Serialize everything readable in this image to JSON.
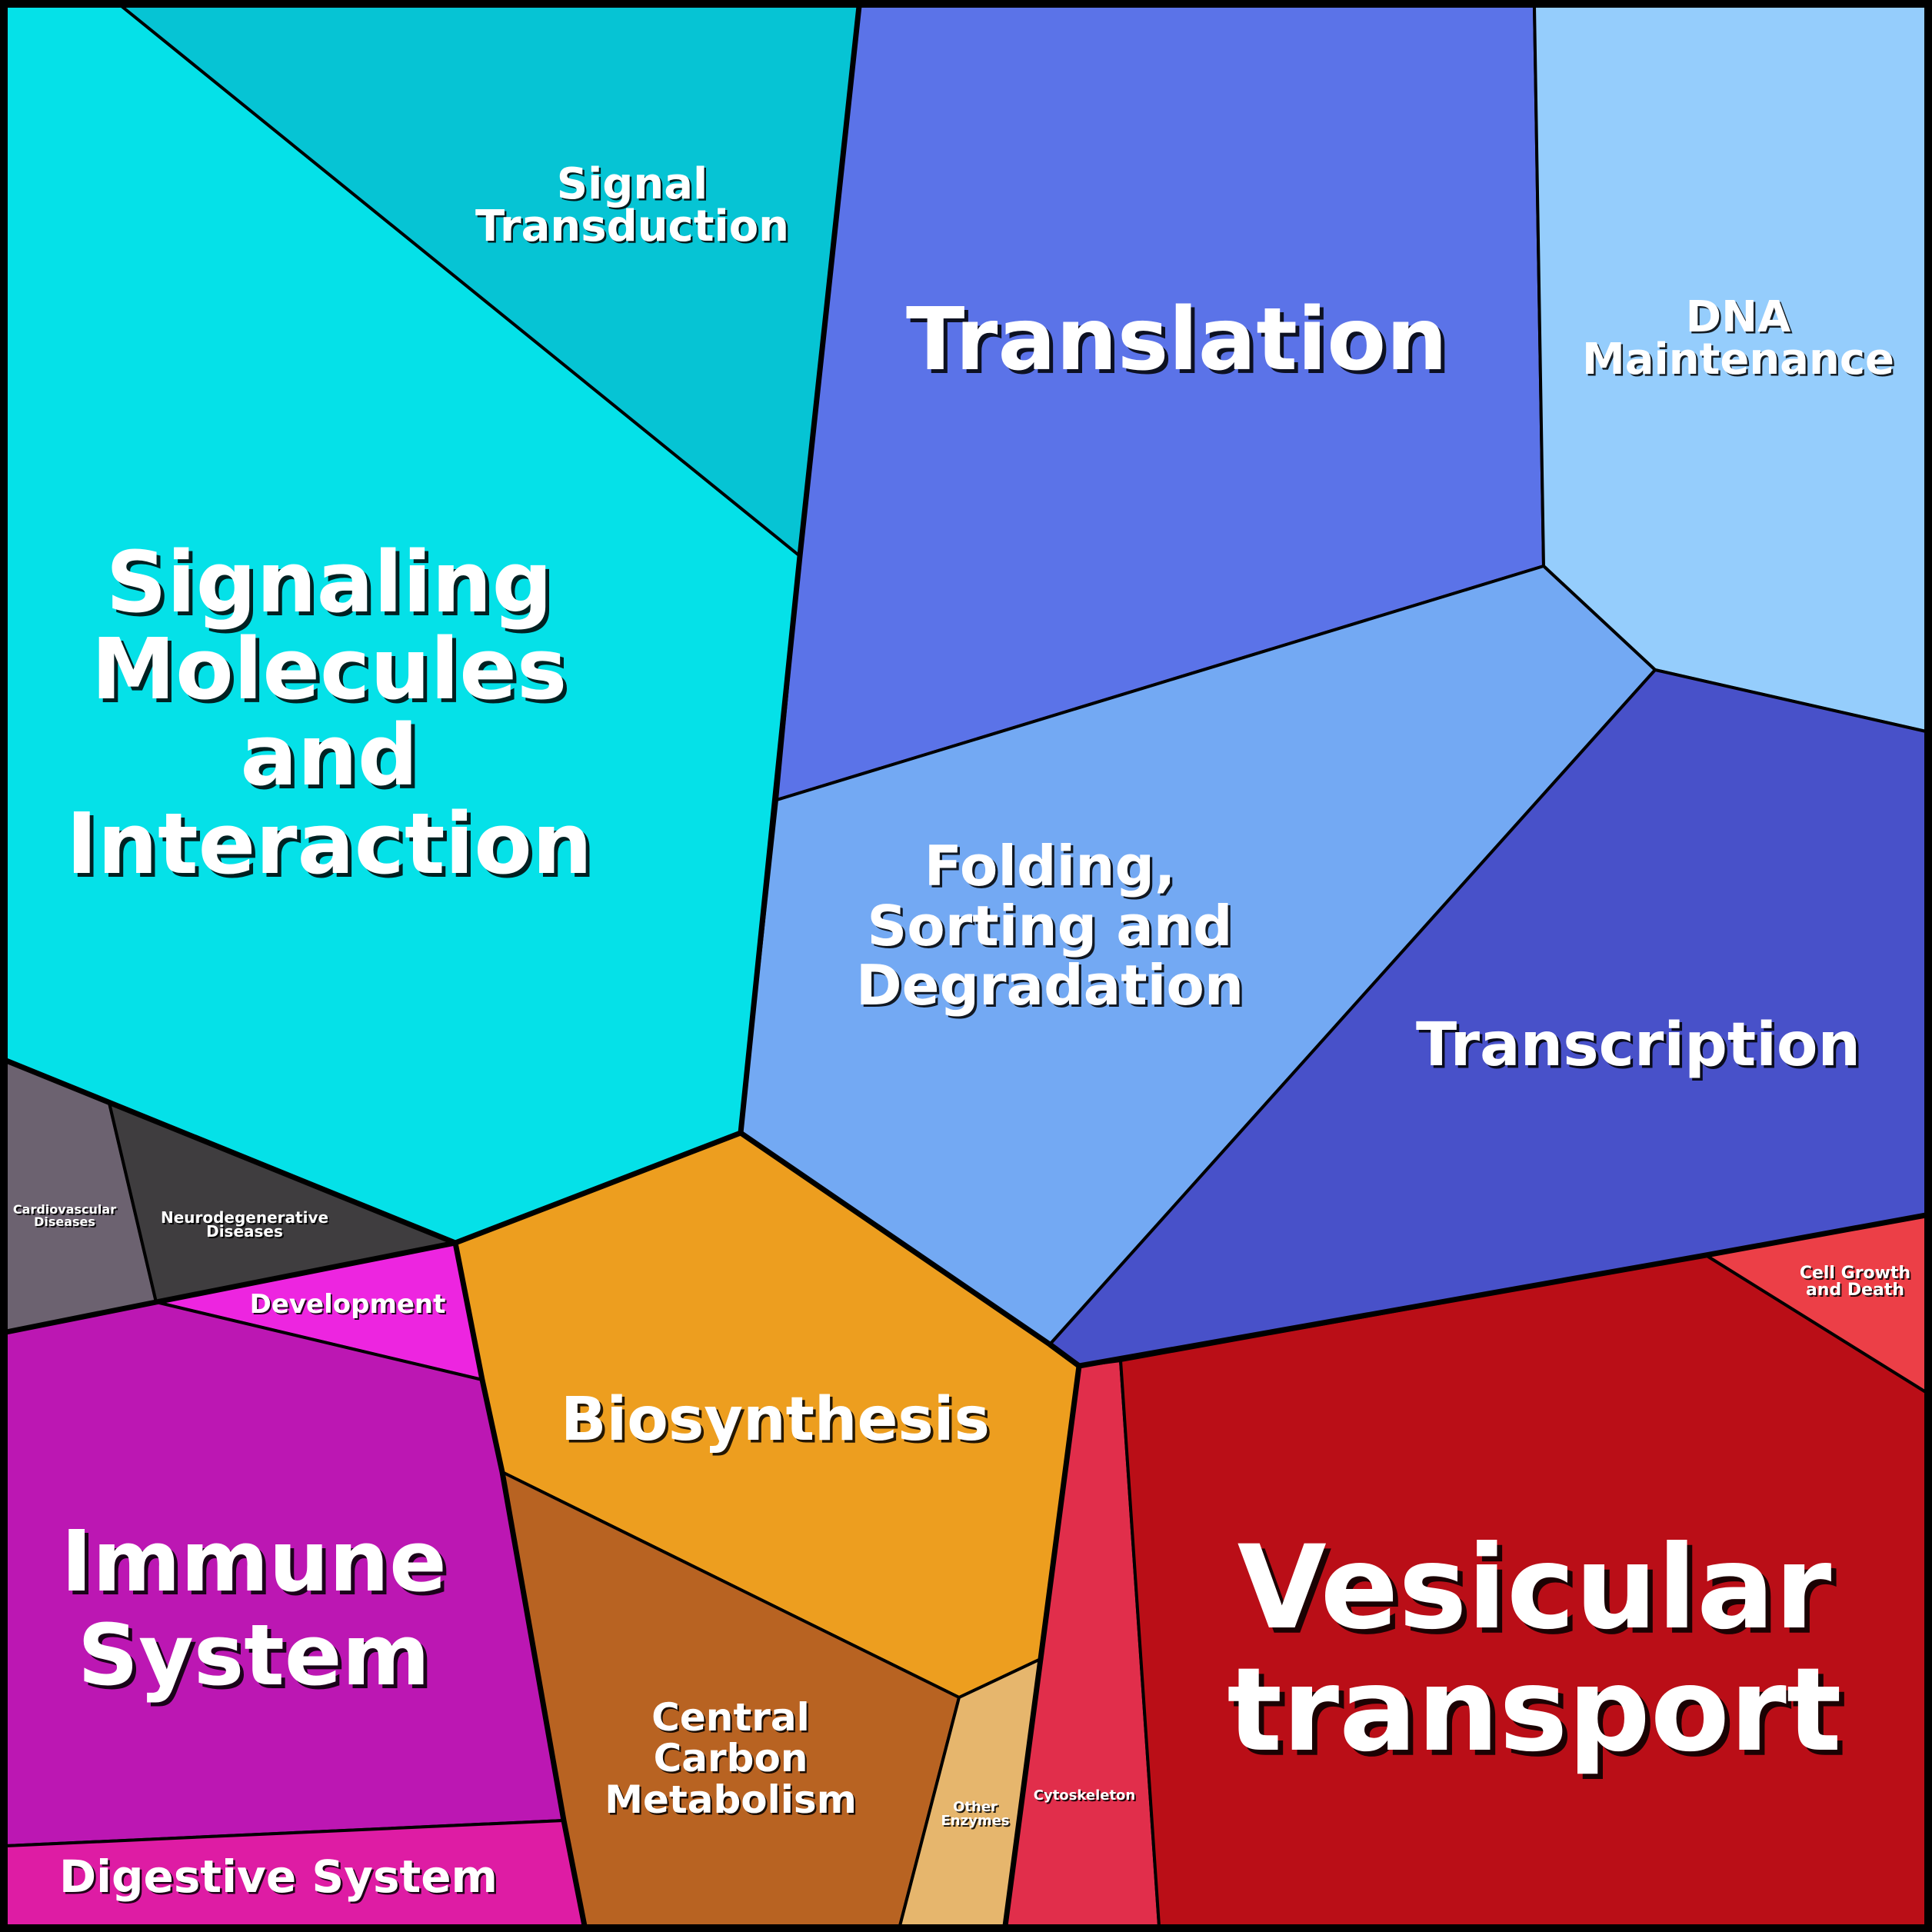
{
  "cells": [
    {
      "key": "signaling-molecules",
      "lines": [
        "Signaling",
        "Molecules",
        "and",
        "Interaction"
      ],
      "color": "#05e1e8"
    },
    {
      "key": "signal-transduction",
      "lines": [
        "Signal",
        "Transduction"
      ],
      "color": "#06c4d4"
    },
    {
      "key": "translation",
      "lines": [
        "Translation"
      ],
      "color": "#5b73e8"
    },
    {
      "key": "dna-maintenance",
      "lines": [
        "DNA",
        "Maintenance"
      ],
      "color": "#95cdfc"
    },
    {
      "key": "folding-sorting",
      "lines": [
        "Folding,",
        "Sorting and",
        "Degradation"
      ],
      "color": "#73a9f3"
    },
    {
      "key": "transcription",
      "lines": [
        "Transcription"
      ],
      "color": "#4851c9"
    },
    {
      "key": "cardiovascular",
      "lines": [
        "Cardiovascular",
        "Diseases"
      ],
      "color": "#6c6270"
    },
    {
      "key": "neurodegenerative",
      "lines": [
        "Neurodegenerative",
        "Diseases"
      ],
      "color": "#3f3d3f"
    },
    {
      "key": "development",
      "lines": [
        "Development"
      ],
      "color": "#ed25e0"
    },
    {
      "key": "biosynthesis",
      "lines": [
        "Biosynthesis"
      ],
      "color": "#ed9e1f"
    },
    {
      "key": "immune-system",
      "lines": [
        "Immune",
        "System"
      ],
      "color": "#bc17b3"
    },
    {
      "key": "digestive-system",
      "lines": [
        "Digestive System"
      ],
      "color": "#de1ca4"
    },
    {
      "key": "central-carbon",
      "lines": [
        "Central",
        "Carbon",
        "Metabolism"
      ],
      "color": "#b86322"
    },
    {
      "key": "other-enzymes",
      "lines": [
        "Other",
        "Enzymes"
      ],
      "color": "#e6b66d"
    },
    {
      "key": "cytoskeleton",
      "lines": [
        "Cytoskeleton"
      ],
      "color": "#e12e4b"
    },
    {
      "key": "vesicular-transport",
      "lines": [
        "Vesicular",
        "transport"
      ],
      "color": "#ba0e17"
    },
    {
      "key": "cell-growth",
      "lines": [
        "Cell Growth",
        "and Death"
      ],
      "color": "#ec3f47"
    }
  ]
}
